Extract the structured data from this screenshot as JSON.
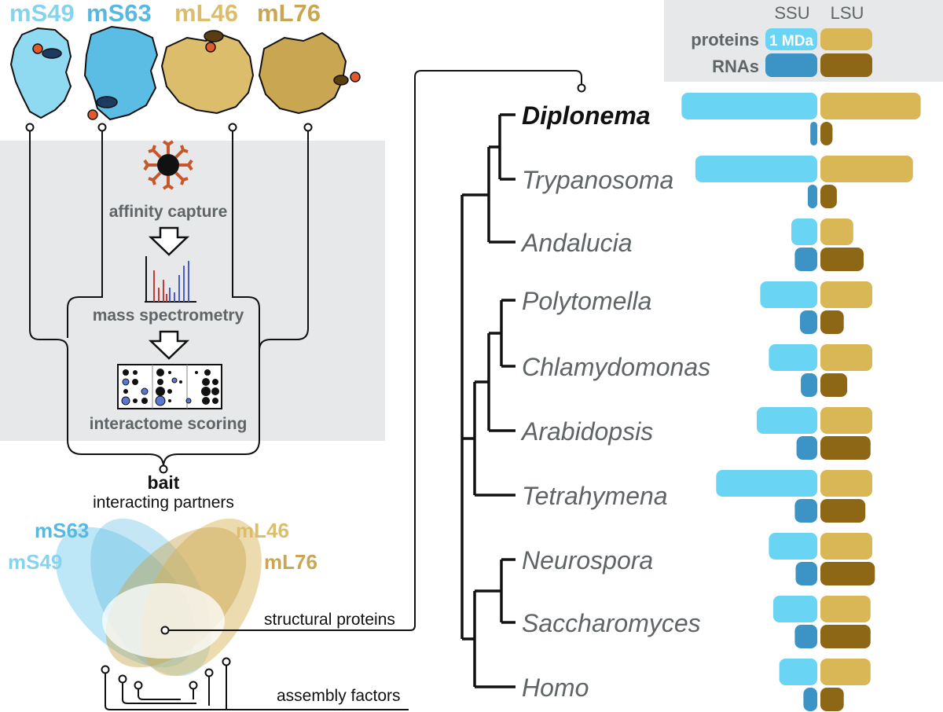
{
  "colors": {
    "ssu_protein": "#6ad4f5",
    "ssu_rna": "#3b93c6",
    "lsu_protein": "#d9b656",
    "lsu_rna": "#8d6715",
    "ms49": "#86d3ee",
    "ms63": "#58b8e0",
    "ml46": "#dcbd6c",
    "ml76": "#c9a752",
    "panel_bg": "#e7e8e9"
  },
  "baits": [
    {
      "name": "mS49",
      "color": "#86d3ee"
    },
    {
      "name": "mS63",
      "color": "#58b8e0"
    },
    {
      "name": "mL46",
      "color": "#dcbd6c"
    },
    {
      "name": "mL76",
      "color": "#c9a752"
    }
  ],
  "pipeline": {
    "steps": [
      "affinity capture",
      "mass spectrometry",
      "interactome scoring"
    ]
  },
  "bait_label": "bait",
  "partners_label": "interacting partners",
  "structural_label": "structural proteins",
  "assembly_label": "assembly factors",
  "legend": {
    "col_ssu": "SSU",
    "col_lsu": "LSU",
    "row_proteins": "proteins",
    "row_rnas": "RNAs",
    "scale": "1 MDa"
  },
  "venn_labels": [
    "mS63",
    "mS49",
    "mL46",
    "mL76"
  ],
  "chart_data": {
    "type": "bar",
    "note_units": "MDa",
    "species": [
      "Diplonema",
      "Trypanosoma",
      "Andalucia",
      "Polytomella",
      "Chlamydomonas",
      "Arabidopsis",
      "Tetrahymena",
      "Neurospora",
      "Saccharomyces",
      "Homo"
    ],
    "series": [
      {
        "name": "SSU proteins",
        "values": [
          1.57,
          1.41,
          0.3,
          0.66,
          0.56,
          0.7,
          1.17,
          0.56,
          0.51,
          0.44
        ]
      },
      {
        "name": "LSU proteins",
        "values": [
          1.16,
          1.07,
          0.38,
          0.6,
          0.6,
          0.6,
          0.6,
          0.6,
          0.58,
          0.58
        ]
      },
      {
        "name": "SSU RNAs",
        "values": [
          0.08,
          0.11,
          0.26,
          0.2,
          0.19,
          0.24,
          0.26,
          0.25,
          0.26,
          0.16
        ]
      },
      {
        "name": "LSU RNAs",
        "values": [
          0.14,
          0.19,
          0.5,
          0.27,
          0.31,
          0.58,
          0.52,
          0.63,
          0.58,
          0.27
        ]
      }
    ]
  }
}
